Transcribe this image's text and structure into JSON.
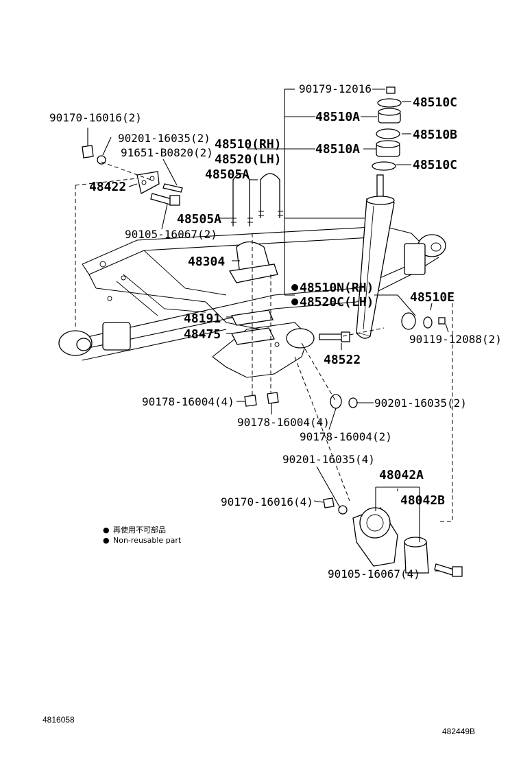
{
  "labels": {
    "p90179_12016": "90179-12016",
    "p48510C_top": "48510C",
    "p48510A_1": "48510A",
    "p48510B": "48510B",
    "p48510_rh": "48510(RH)",
    "p48520_lh": "48520(LH)",
    "p48510A_2": "48510A",
    "p48510C_bot": "48510C",
    "p90170_16016_2": "90170-16016(2)",
    "p90201_16035_2_a": "90201-16035(2)",
    "p91651_b0820_2": "91651-B0820(2)",
    "p48505A_1": "48505A",
    "p48422": "48422",
    "p48505A_2": "48505A",
    "p90105_16067_2": "90105-16067(2)",
    "p48304": "48304",
    "p48510N_rh": "48510N(RH)",
    "p48520C_lh": "48520C(LH)",
    "p48510E": "48510E",
    "p48191": "48191",
    "p48475": "48475",
    "p90119_12088_2": "90119-12088(2)",
    "p48522": "48522",
    "p90178_16004_4_a": "90178-16004(4)",
    "p90201_16035_2_b": "90201-16035(2)",
    "p90178_16004_4_b": "90178-16004(4)",
    "p90178_16004_2": "90178-16004(2)",
    "p90201_16035_4": "90201-16035(4)",
    "p48042A": "48042A",
    "p48042B": "48042B",
    "p90170_16016_4": "90170-16016(4)",
    "p90105_16067_4": "90105-16067(4)"
  },
  "legend": {
    "marker": "●",
    "japanese": "再使用不可部品",
    "english": "Non-reusable part"
  },
  "codes": {
    "left": "4816058",
    "right": "482449B"
  }
}
